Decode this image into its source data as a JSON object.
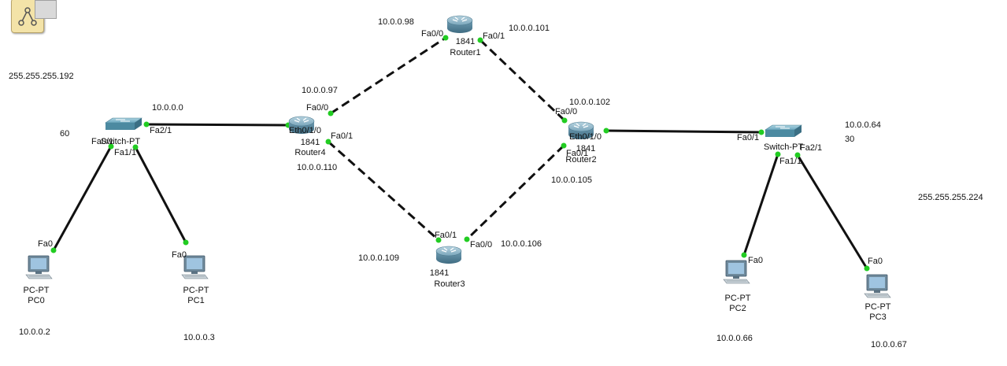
{
  "notes": {
    "mask_left": "255.255.255.192",
    "subnet_left": "60",
    "net_left": "10.0.0.0",
    "pc0_ip": "10.0.0.2",
    "pc1_ip": "10.0.0.3",
    "r1_fa00_ip": "10.0.0.98",
    "r1_fa01_ip": "10.0.0.101",
    "r4_fa00_ip": "10.0.0.97",
    "r4_fa01_ip": "10.0.0.110",
    "r2_fa00_ip": "10.0.0.102",
    "r2_fa01_ip": "10.0.0.105",
    "r3_fa01_ip": "10.0.0.109",
    "r3_fa00_ip": "10.0.0.106",
    "net_right": "10.0.0.64",
    "subnet_right": "30",
    "mask_right": "255.255.255.224",
    "pc2_ip": "10.0.0.66",
    "pc3_ip": "10.0.0.67"
  },
  "devices": {
    "router1": {
      "model": "1841",
      "name": "Router1",
      "icon": "router-icon"
    },
    "router2": {
      "model": "1841",
      "name": "Router2",
      "icon": "router-icon"
    },
    "router3": {
      "model": "1841",
      "name": "Router3",
      "icon": "router-icon"
    },
    "router4": {
      "model": "1841",
      "name": "Router4",
      "icon": "router-icon"
    },
    "switch0": {
      "name": "Switch-PT",
      "icon": "switch-icon"
    },
    "switch1": {
      "name": "Switch-PT",
      "icon": "switch-icon"
    },
    "pc0": {
      "model": "PC-PT",
      "name": "PC0",
      "icon": "pc-icon"
    },
    "pc1": {
      "model": "PC-PT",
      "name": "PC1",
      "icon": "pc-icon"
    },
    "pc2": {
      "model": "PC-PT",
      "name": "PC2",
      "icon": "pc-icon"
    },
    "pc3": {
      "model": "PC-PT",
      "name": "PC3",
      "icon": "pc-icon"
    }
  },
  "ports": {
    "sw0_fa0_1": "Fa0/1",
    "sw0_fa1_1": "Fa1/1",
    "sw0_fa2_1": "Fa2/1",
    "pc0_fa0": "Fa0",
    "pc1_fa0": "Fa0",
    "r4_eth": "Eth0/1/0",
    "r4_fa0_0": "Fa0/0",
    "r4_fa0_1": "Fa0/1",
    "r1_fa0_0": "Fa0/0",
    "r1_fa0_1": "Fa0/1",
    "r2_fa0_0": "Fa0/0",
    "r2_eth": "Eth0/1/0",
    "r2_fa0_1": "Fa0/1",
    "r3_fa0_1": "Fa0/1",
    "r3_fa0_0": "Fa0/0",
    "sw1_fa0_1": "Fa0/1",
    "sw1_fa1_1": "Fa1/1",
    "sw1_fa2_1": "Fa2/1",
    "pc2_fa0": "Fa0",
    "pc3_fa0": "Fa0"
  },
  "colors": {
    "link": "#111111",
    "port_up": "#22cc22",
    "router_body": "#5f8ca3",
    "switch_body": "#5b96ad"
  }
}
